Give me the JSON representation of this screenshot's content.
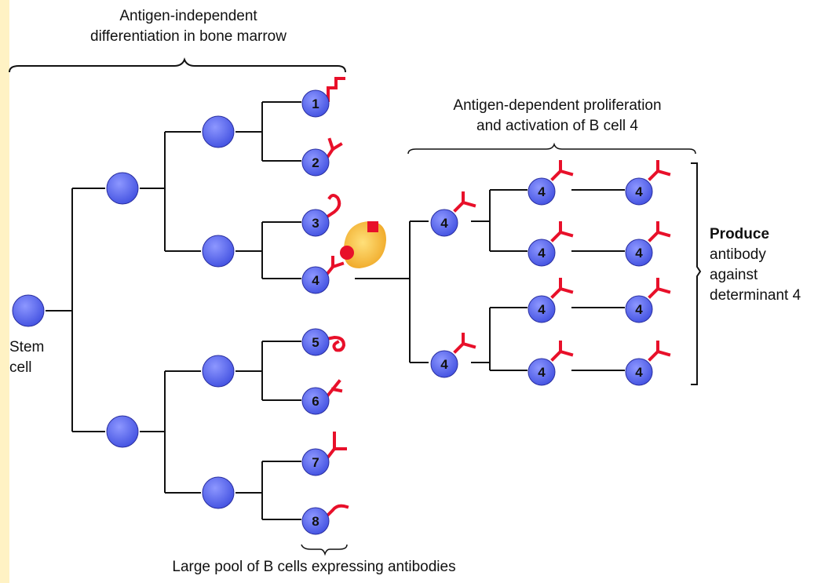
{
  "labels": {
    "bone_marrow_line1": "Antigen-independent",
    "bone_marrow_line2": "differentiation in bone marrow",
    "activation_line1": "Antigen-dependent proliferation",
    "activation_line2": "and activation of B cell 4",
    "stem_line1": "Stem",
    "stem_line2": "cell",
    "produce_line1": "Produce",
    "produce_line2": "antibody",
    "produce_line3": "against",
    "produce_line4": "determinant 4",
    "pool": "Large pool of B cells expressing antibodies"
  },
  "cells": {
    "c1": "1",
    "c2": "2",
    "c3": "3",
    "c4": "4",
    "c5": "5",
    "c6": "6",
    "c7": "7",
    "c8": "8",
    "clone": "4"
  },
  "colors": {
    "background": "#fff2c4",
    "cell_fill": "#5a66e6",
    "antibody": "#e8102a",
    "antigen": "#f5c23a"
  }
}
